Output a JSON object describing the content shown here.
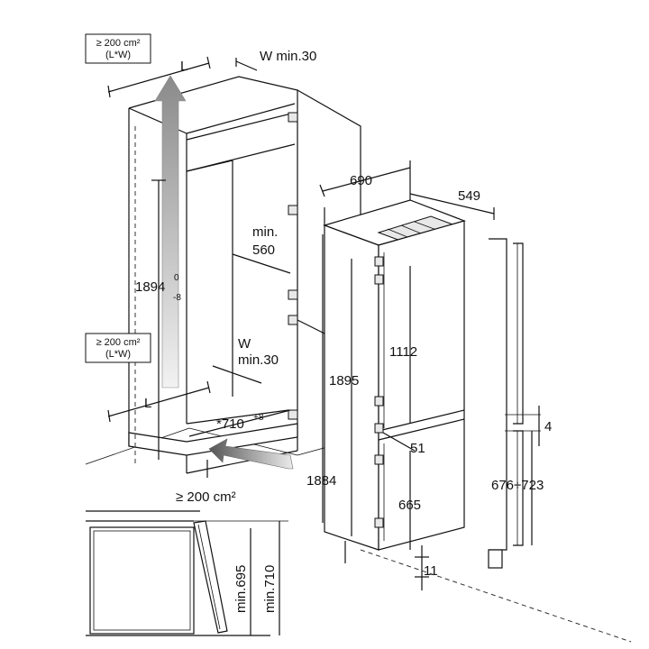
{
  "labels": {
    "air_box_top_l1": "≥ 200 cm²",
    "air_box_top_l2": "(L*W)",
    "air_box_mid_l1": "≥ 200 cm²",
    "air_box_mid_l2": "(L*W)",
    "air_bottom": "≥ 200 cm²",
    "L_top": "L",
    "L_mid": "L",
    "W_top": "W min.30",
    "W_mid_1": "W",
    "W_mid_2": "min.30",
    "dim_690": "690",
    "dim_549": "549",
    "min560_1": "min.",
    "min560_2": "560",
    "dim_1894": "1894",
    "dim_1894_sup": "0",
    "dim_1894_sub": "-8",
    "dim_710": "*710",
    "dim_710_sup": "+8",
    "dim_1895": "1895",
    "dim_1884": "1884",
    "dim_1112": "1112",
    "dim_51": "51",
    "dim_665": "665",
    "dim_11": "11",
    "dim_4": "4",
    "dim_676_723": "676÷723",
    "min695": "min.695",
    "min710": "min.710"
  },
  "colors": {
    "line": "#111111",
    "airflow_gray": "#a8a8a8",
    "airflow_dark": "#5a5a5a"
  }
}
